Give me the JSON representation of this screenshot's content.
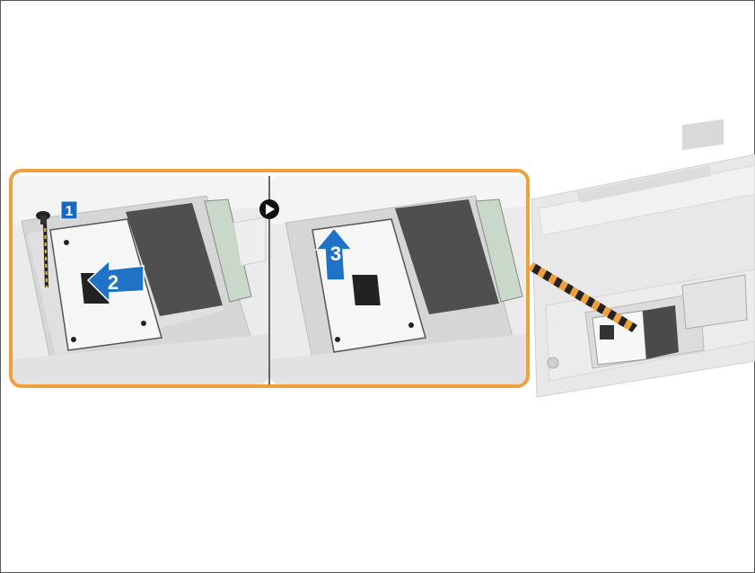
{
  "markers": {
    "step1": "1",
    "step2": "2",
    "step3": "3"
  },
  "colors": {
    "highlight_border": "#f0a03a",
    "callout_blue": "#1f73c7",
    "step_badge_blue": "#1668c4",
    "laptop_gray": "#e6e6e6",
    "hdd_label": "#f5f5f5"
  },
  "icons": {
    "sequence": "play-circle-icon",
    "screw": "screw-icon",
    "remove": "arrow-left-icon",
    "lift": "arrow-up-icon"
  }
}
